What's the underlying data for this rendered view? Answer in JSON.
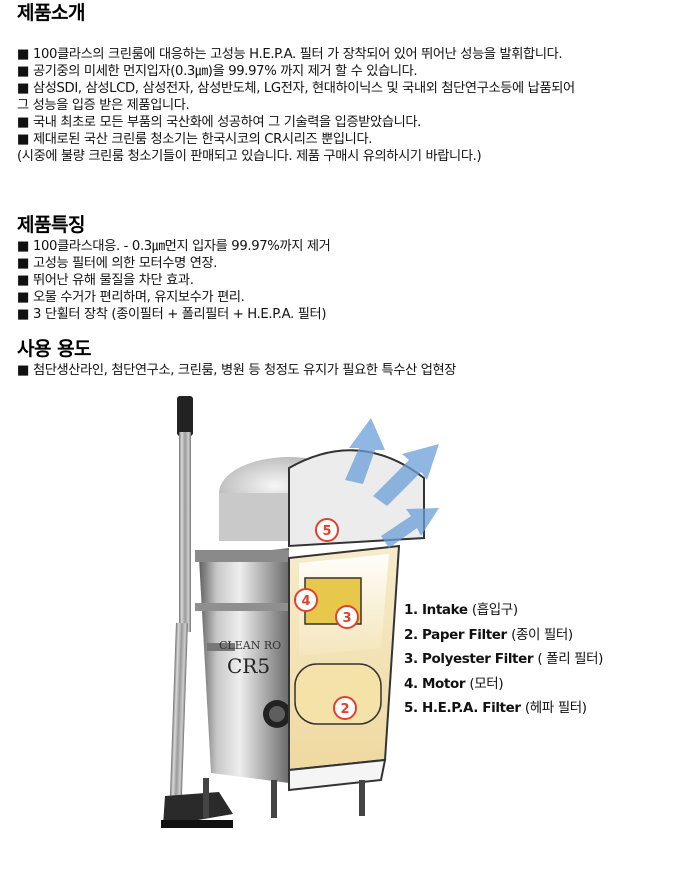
{
  "intro": {
    "title": "제품소개",
    "lines": [
      "■ 100클라스의 크린룸에 대응하는 고성능 H.E.P.A. 필터 가 장착되어 있어 뛰어난 성능을 발휘합니다.",
      "■ 공기중의 미세한 먼지입자(0.3㎛)을 99.97% 까지 제거 할 수 있습니다.",
      "■ 삼성SDI, 삼성LCD, 삼성전자, 삼성반도체, LG전자, 현대하이닉스 및 국내외 첨단연구소등에 납품되어",
      "그 성능을 입증 받은 제품입니다.",
      "■ 국내 최초로 모든 부품의 국산화에 성공하여 그 기술력을 입증받았습니다.",
      "■ 제대로된 국산 크린룸 청소기는 한국시코의 CR시리즈 뿐입니다.",
      "(시중에 불량 크린룸 청소기들이 판매되고 있습니다. 제품 구매시 유의하시기 바랍니다.)"
    ]
  },
  "features": {
    "title": "제품특징",
    "lines": [
      "■ 100클라스대응. - 0.3㎛먼지 입자를 99.97%까지 제거",
      "■ 고성능 필터에 의한 모터수명 연장.",
      "■ 뛰어난 유해 물질을 차단 효과.",
      "■ 오물 수거가 편리하며, 유지보수가 편리.",
      "■ 3 단휠터 장착 (종이필터 + 폴리필터 + H.E.P.A. 필터)"
    ]
  },
  "usage": {
    "title": "사용 용도",
    "lines": [
      "■ 첨단생산라인, 첨단연구소, 크린룸, 병원 등 청정도 유지가 필요한 특수산 업현장"
    ]
  },
  "illustration": {
    "drum_label_line1": "CLEAN RO",
    "drum_label_line2": "CR5",
    "markers": [
      "5",
      "4",
      "3",
      "2"
    ],
    "colors": {
      "airflow": "#6a9fd8",
      "marker_red": "#e0412c",
      "tank": "#f1e3b8"
    }
  },
  "legend": [
    {
      "en": "1. Intake ",
      "kr": "(흡입구)"
    },
    {
      "en": "2. Paper Filter ",
      "kr": "(종이 필터)"
    },
    {
      "en": "3. Polyester Filter ",
      "kr": "( 폴리 필터)"
    },
    {
      "en": "4. Motor ",
      "kr": "(모터)"
    },
    {
      "en": "5. H.E.P.A. Filter ",
      "kr": "(헤파 필터)"
    }
  ]
}
